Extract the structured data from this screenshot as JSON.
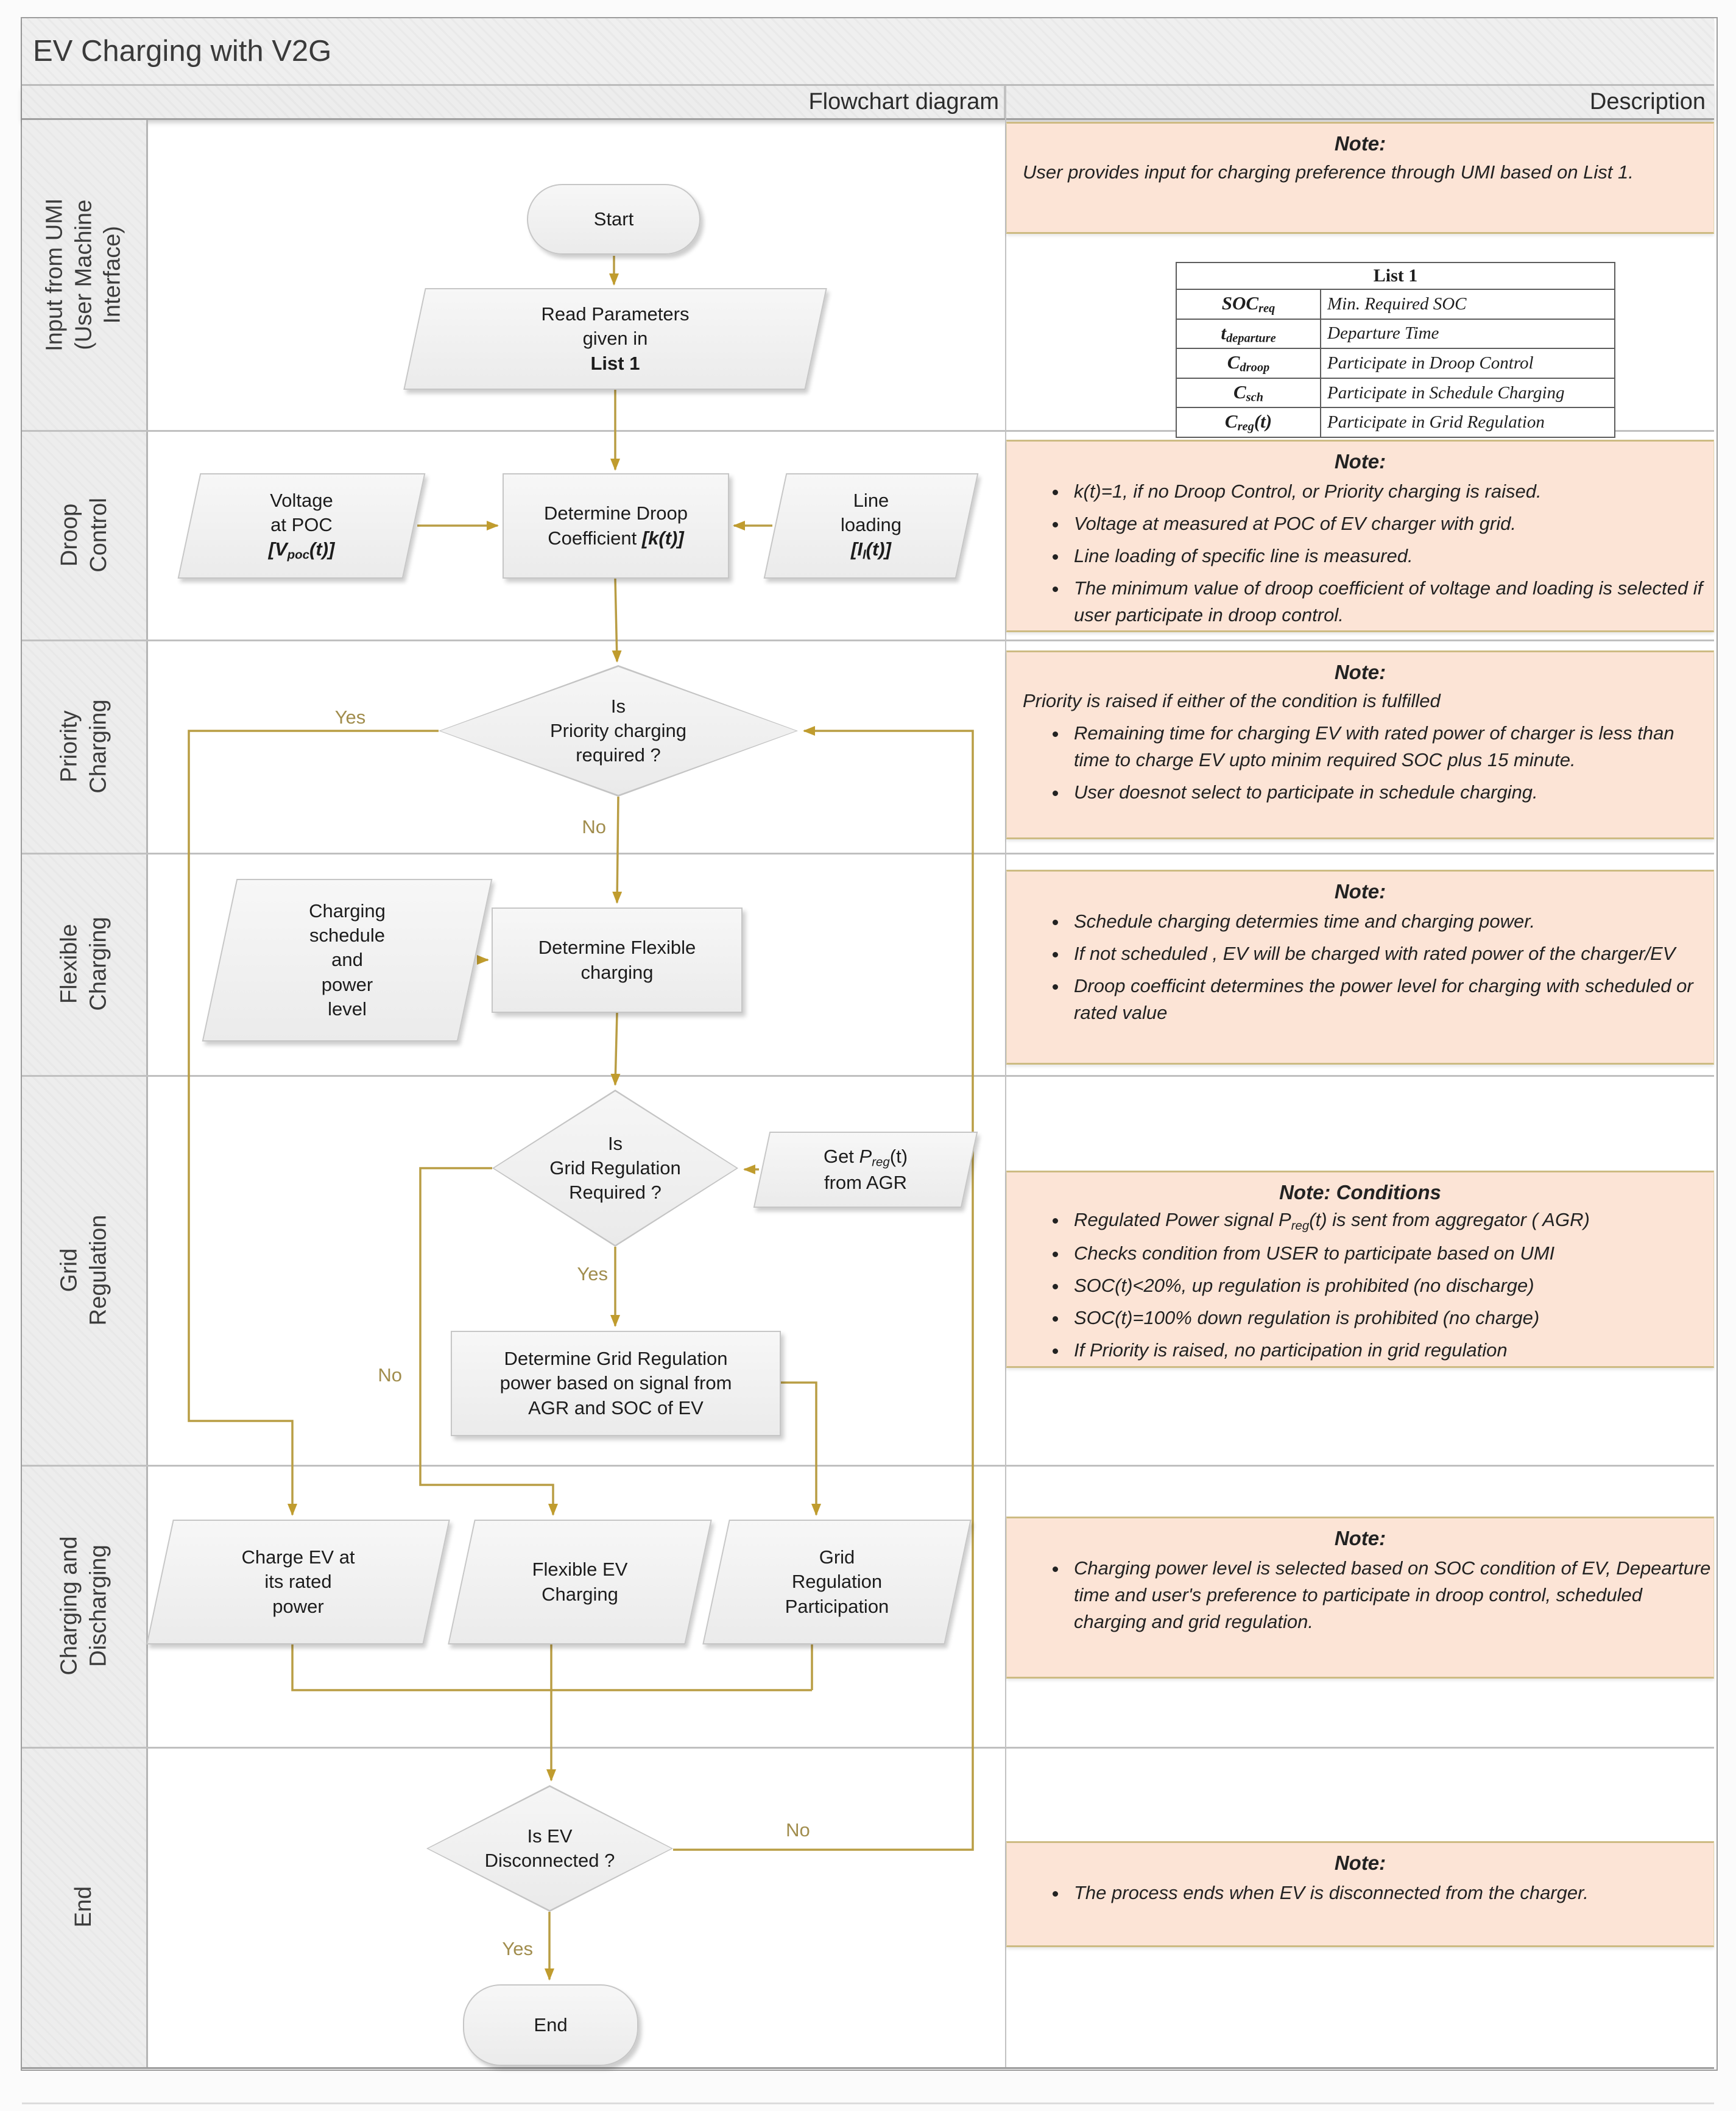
{
  "title": "EV Charging with V2G",
  "header": {
    "flowchart": "Flowchart diagram",
    "description": "Description"
  },
  "lanes": [
    {
      "lines": [
        "Input from UMI",
        "(User Machine",
        "Interface)"
      ]
    },
    {
      "lines": [
        "Droop",
        "Control"
      ]
    },
    {
      "lines": [
        "Priority",
        "Charging"
      ]
    },
    {
      "lines": [
        "Flexible",
        "Charging"
      ]
    },
    {
      "lines": [
        "Grid",
        "Regulation"
      ]
    },
    {
      "lines": [
        "Charging and",
        "Discharging"
      ]
    },
    {
      "lines": [
        "End"
      ]
    }
  ],
  "flow": {
    "start": "Start",
    "end": "End",
    "read_params": [
      {
        "t": "Read Parameters"
      },
      {
        "br": true
      },
      {
        "t": "given in"
      },
      {
        "br": true
      },
      {
        "t": "List 1",
        "f": "b"
      }
    ],
    "voltage": [
      {
        "t": "Voltage"
      },
      {
        "br": true
      },
      {
        "t": "at POC"
      },
      {
        "br": true
      },
      {
        "t": "[V",
        "f": "b i"
      },
      {
        "t": "poc",
        "f": "b i sub"
      },
      {
        "t": "(t)]",
        "f": "b i"
      }
    ],
    "det_droop": [
      {
        "t": "Determine Droop"
      },
      {
        "br": true
      },
      {
        "t": "Coefficient "
      },
      {
        "t": "[k(t)]",
        "f": "b i"
      }
    ],
    "line_loading": [
      {
        "t": "Line"
      },
      {
        "br": true
      },
      {
        "t": "loading"
      },
      {
        "br": true
      },
      {
        "t": "[I",
        "f": "b i"
      },
      {
        "t": "l",
        "f": "b i sub"
      },
      {
        "t": "(t)]",
        "f": "b i"
      }
    ],
    "priority_q": [
      {
        "t": "Is"
      },
      {
        "br": true
      },
      {
        "t": "Priority charging"
      },
      {
        "br": true
      },
      {
        "t": "required ?"
      }
    ],
    "flex_sched": [
      {
        "t": "Charging"
      },
      {
        "br": true
      },
      {
        "t": "schedule"
      },
      {
        "br": true
      },
      {
        "t": "and"
      },
      {
        "br": true
      },
      {
        "t": "power"
      },
      {
        "br": true
      },
      {
        "t": "level"
      }
    ],
    "det_flex": [
      {
        "t": "Determine Flexible"
      },
      {
        "br": true
      },
      {
        "t": "charging"
      }
    ],
    "grid_q": [
      {
        "t": "Is"
      },
      {
        "br": true
      },
      {
        "t": "Grid Regulation"
      },
      {
        "br": true
      },
      {
        "t": "Required ?"
      }
    ],
    "get_preg": [
      {
        "t": "Get "
      },
      {
        "t": "P",
        "f": "i"
      },
      {
        "t": "reg",
        "f": "i sub"
      },
      {
        "t": "(t)"
      },
      {
        "br": true
      },
      {
        "t": "from AGR"
      }
    ],
    "det_grid": [
      {
        "t": "Determine Grid Regulation"
      },
      {
        "br": true
      },
      {
        "t": "power based on signal from"
      },
      {
        "br": true
      },
      {
        "t": "AGR and SOC of EV"
      }
    ],
    "charge_rated": [
      {
        "t": "Charge EV at"
      },
      {
        "br": true
      },
      {
        "t": "its rated"
      },
      {
        "br": true
      },
      {
        "t": "power"
      }
    ],
    "flex_ev": [
      {
        "t": "Flexible EV"
      },
      {
        "br": true
      },
      {
        "t": "Charging"
      }
    ],
    "grid_part": [
      {
        "t": "Grid"
      },
      {
        "br": true
      },
      {
        "t": "Regulation"
      },
      {
        "br": true
      },
      {
        "t": "Participation"
      }
    ],
    "evdisc_q": [
      {
        "t": "Is EV"
      },
      {
        "br": true
      },
      {
        "t": "Disconnected ?"
      }
    ],
    "labels": {
      "yes_priority": "Yes",
      "no_priority": "No",
      "yes_grid": "Yes",
      "no_grid": "No",
      "no_disconnect": "No",
      "yes_disconnect": "Yes"
    }
  },
  "list1": {
    "title": "List 1",
    "rows": [
      {
        "symbol": [
          {
            "t": "SOC",
            "f": "b i"
          },
          {
            "t": "req",
            "f": "b i sub"
          }
        ],
        "desc": "Min. Required SOC"
      },
      {
        "symbol": [
          {
            "t": "t",
            "f": "b i"
          },
          {
            "t": "departure",
            "f": "b i sub"
          }
        ],
        "desc": "Departure Time"
      },
      {
        "symbol": [
          {
            "t": "C",
            "f": "b i"
          },
          {
            "t": "droop",
            "f": "b i sub"
          }
        ],
        "desc": "Participate in Droop Control"
      },
      {
        "symbol": [
          {
            "t": "C",
            "f": "b i"
          },
          {
            "t": "sch",
            "f": "b i sub"
          }
        ],
        "desc": "Participate in Schedule Charging"
      },
      {
        "symbol": [
          {
            "t": "C",
            "f": "b i"
          },
          {
            "t": "reg",
            "f": "b i sub"
          },
          {
            "t": "(t)",
            "f": "b i"
          }
        ],
        "desc": "Participate in Grid Regulation"
      }
    ]
  },
  "notes": [
    {
      "title": "Note:",
      "body": "User provides input for charging preference through UMI based on List 1."
    },
    {
      "title": "Note:",
      "bullets": [
        [
          {
            "t": "k(t)=1,  if no Droop Control, or Priority charging is raised."
          }
        ],
        [
          {
            "t": "Voltage at measured at POC of EV charger with grid."
          }
        ],
        [
          {
            "t": "Line loading of specific line is measured."
          }
        ],
        [
          {
            "t": "The minimum value of droop coefficient of voltage and loading is selected if user participate in droop control."
          }
        ]
      ]
    },
    {
      "title": "Note:",
      "intro": "Priority is raised if either of the condition is fulfilled",
      "bullets": [
        [
          {
            "t": "Remaining time for charging EV with rated power of charger is less than time to charge EV upto minim required SOC plus 15 minute."
          }
        ],
        [
          {
            "t": "User doesnot select to participate in schedule charging."
          }
        ]
      ]
    },
    {
      "title": "Note:",
      "bullets": [
        [
          {
            "t": "Schedule charging determies time and charging power."
          }
        ],
        [
          {
            "t": "If not scheduled , EV will be charged with rated power of the charger/EV"
          }
        ],
        [
          {
            "t": "Droop coefficint determines the power level for charging with scheduled or rated value"
          }
        ]
      ]
    },
    {
      "title": "Note: Conditions",
      "bullets": [
        [
          {
            "t": "Regulated Power signal P"
          },
          {
            "t": "reg",
            "f": "sub"
          },
          {
            "t": "(t) is sent from aggregator ( AGR)"
          }
        ],
        [
          {
            "t": "Checks condition from USER to participate based on UMI"
          }
        ],
        [
          {
            "t": "SOC(t)<20%, up regulation is prohibited (no discharge)"
          }
        ],
        [
          {
            "t": " SOC(t)=100% down regulation is prohibited (no charge)"
          }
        ],
        [
          {
            "t": "If Priority is raised, no participation in grid regulation"
          }
        ]
      ]
    },
    {
      "title": "Note:",
      "bullets": [
        [
          {
            "t": "Charging power level is selected based on SOC condition of EV, Depearture time and user's preference to participate in droop control, scheduled charging and grid regulation."
          }
        ]
      ]
    },
    {
      "title": "Note:",
      "bullets": [
        [
          {
            "t": "The process ends when EV is disconnected from the charger."
          }
        ]
      ]
    }
  ]
}
